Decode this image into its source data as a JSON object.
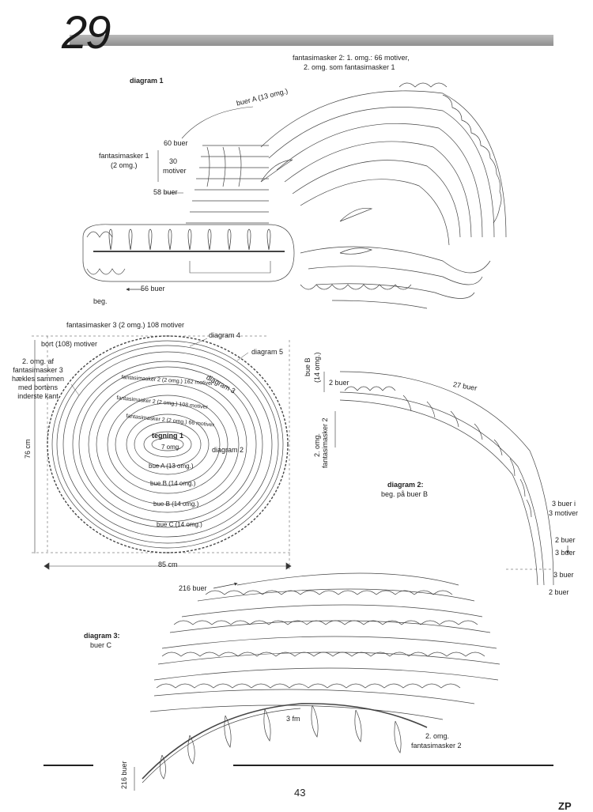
{
  "page": {
    "number_big": "29",
    "page_number": "43",
    "corner_mark": "ZP"
  },
  "diagram1": {
    "title": "diagram 1",
    "header_line1": "fantasimasker 2: 1. omg.: 66 motiver,",
    "header_line2": "2. omg. som fantasimasker 1",
    "bue_a": "buer A (13 omg.)",
    "buer60": "60 buer",
    "fantasi1_line1": "fantasimasker 1",
    "fantasi1_line2": "(2 omg.)",
    "motiver30_line1": "30",
    "motiver30_line2": "motiver",
    "buer58": "58 buer",
    "buer56": "56 buer",
    "beg": "beg."
  },
  "overview": {
    "top_line": "fantasimasker 3 (2 omg.) 108 motiver",
    "bort": "bort (108) motiver",
    "left_note": [
      "2. omg. af",
      "fantasimasker 3",
      "hækles sammen",
      "med bortens",
      "inderste kant"
    ],
    "diagram4": "diagram 4",
    "diagram5": "diagram 5",
    "diagram3": "diagram 3",
    "diagram2": "diagram 2",
    "ring_162": "fantasimasker 2 (2 omg.) 162 motiver",
    "ring_108": "fantasimasker 2 (2 omg.) 108 motiver",
    "ring_66": "fantasimasker 2 (2 omg.) 66 motiver",
    "tegning": "tegning 1",
    "seven_omg": "7 omg.",
    "bue_a": "bue A (13 omg.)",
    "bue_b": "bue B (14 omg.)",
    "bue_b2": "bue B (14 omg.)",
    "bue_c": "bue C (14 omg.)",
    "height": "76 cm",
    "width": "85 cm"
  },
  "diagram2": {
    "bue_b": "bue B",
    "omg14": "(14 omg.)",
    "buer2_top": "2 buer",
    "buer27": "27 buer",
    "side_line1": "2. omg.",
    "side_line2": "fantasimasker 2",
    "title": "diagram 2:",
    "subtitle": "beg. på buer B",
    "buer3_line1": "3 buer i",
    "buer3_line2": "3 motiver",
    "buer2_a": "2 buer",
    "buer3_a": "3 buer",
    "buer3_b": "3 buer",
    "buer2_b": "2 buer"
  },
  "diagram3": {
    "title": "diagram 3:",
    "subtitle": "buer C",
    "buer216_top": "216 buer",
    "buer216_side": "216 buer",
    "fm3": "3 fm",
    "omg2_line1": "2. omg.",
    "omg2_line2": "fantasimasker 2"
  }
}
